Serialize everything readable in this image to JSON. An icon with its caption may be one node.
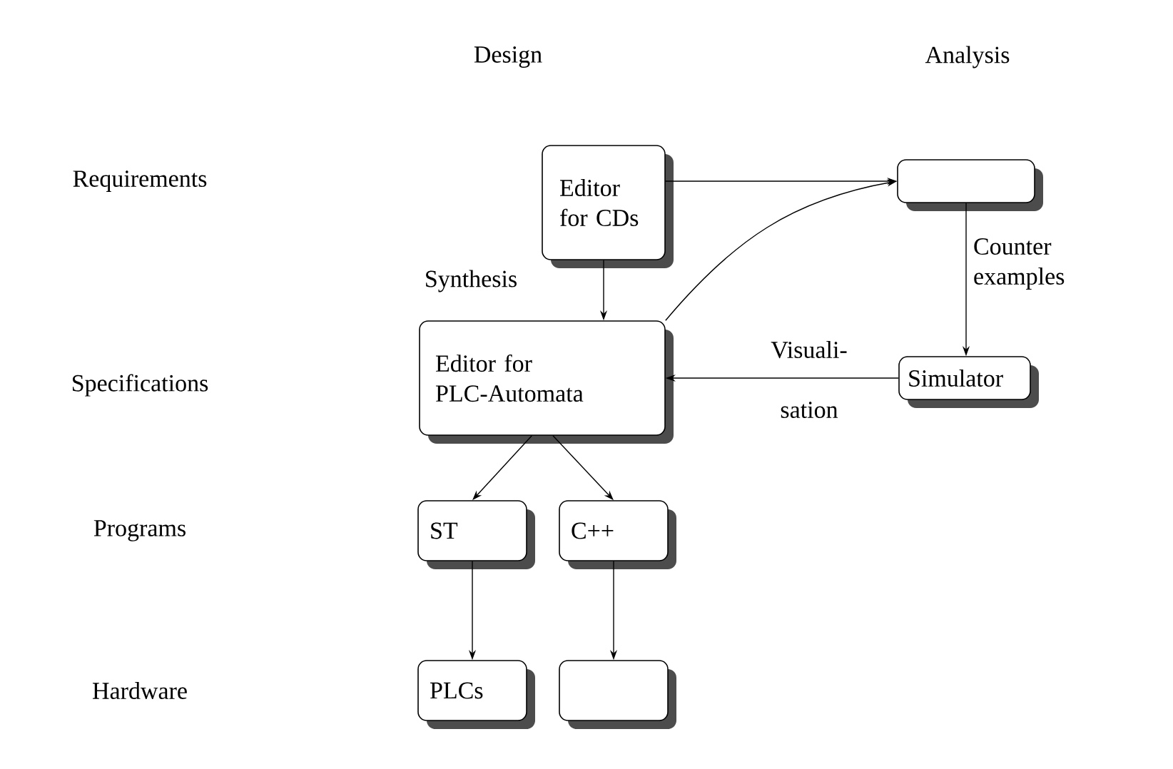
{
  "diagram": {
    "nodes": [
      {
        "text": [
          "Editor for CDs"
        ]
      },
      {
        "text": [],
        "shape": "box"
      },
      {
        "text": [
          "Editor for PLC-Automata"
        ]
      },
      {
        "text": [
          "Simulator"
        ]
      },
      {
        "text": [
          "ST"
        ]
      },
      {
        "text": [
          "C++"
        ]
      },
      {
        "text": [
          "PLCs"
        ]
      },
      {
        "text": [],
        "shape": "box"
      }
    ],
    "edges": [
      {
        "from": 0,
        "to": 1,
        "arrow": "to"
      },
      {
        "from": 0,
        "to": 2,
        "arrow": "to",
        "label": "Synthesis"
      },
      {
        "from": 2,
        "to": 1,
        "arrow": "to"
      },
      {
        "from": 1,
        "to": 3,
        "arrow": "to",
        "label": "Counter examples"
      },
      {
        "from": 3,
        "to": 2,
        "arrow": "to",
        "label": "Visuali- sation"
      },
      {
        "from": 2,
        "to": 4,
        "arrow": "to"
      },
      {
        "from": 2,
        "to": 5,
        "arrow": "to"
      },
      {
        "from": 4,
        "to": 6,
        "arrow": "to"
      },
      {
        "from": 5,
        "to": 7,
        "arrow": "to"
      }
    ],
    "labels": [
      "Design",
      "Analysis",
      "Requirements",
      "Specifications",
      "Programs",
      "Hardware"
    ]
  }
}
